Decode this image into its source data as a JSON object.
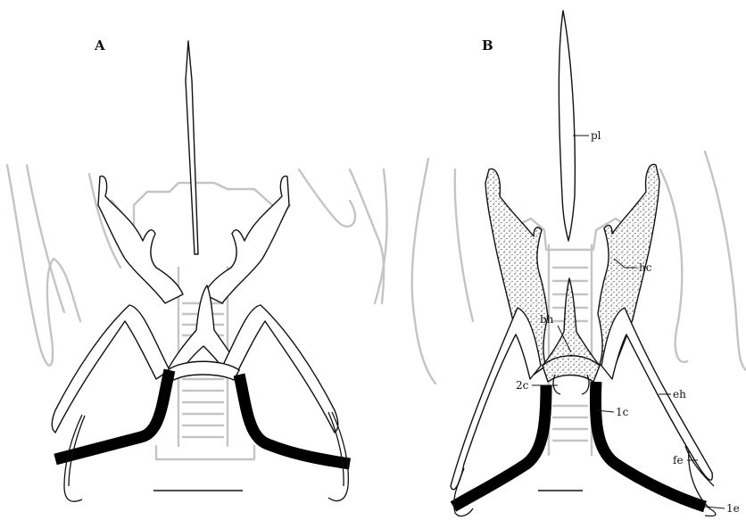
{
  "panels": [
    {
      "letter": "A"
    },
    {
      "letter": "B"
    }
  ],
  "labels": {
    "pl": "pl",
    "hc": "hc",
    "bh": "bh",
    "c2": "2c",
    "c1": "1c",
    "eh": "eh",
    "fe": "fe",
    "le": "1e"
  }
}
